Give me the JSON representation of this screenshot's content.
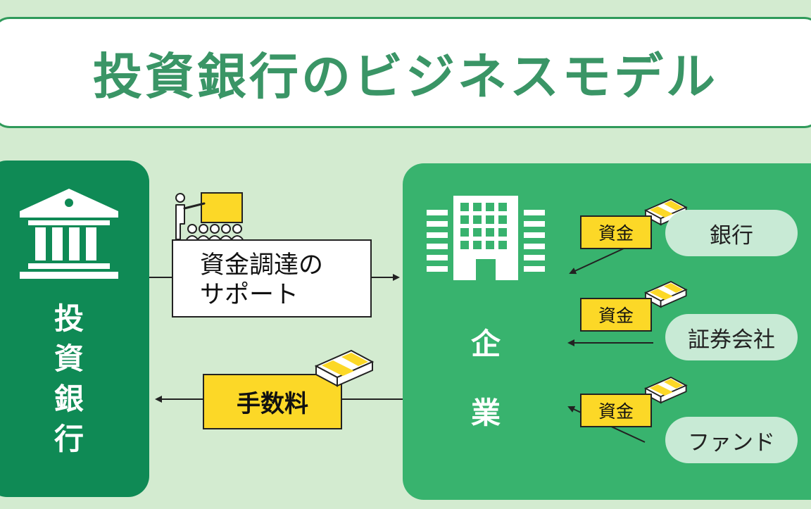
{
  "title": "投資銀行のビジネスモデル",
  "investment_bank": {
    "label_chars": [
      "投",
      "資",
      "銀",
      "行"
    ]
  },
  "company": {
    "label_chars": [
      "企",
      "業"
    ]
  },
  "support": {
    "line1": "資金調達の",
    "line2": "サポート"
  },
  "fee": {
    "label": "手数料"
  },
  "funding_sources": [
    {
      "fund_label": "資金",
      "source": "銀行"
    },
    {
      "fund_label": "資金",
      "source": "証券会社"
    },
    {
      "fund_label": "資金",
      "source": "ファンド"
    }
  ],
  "colors": {
    "background": "#d3ebd0",
    "title_text": "#3a9566",
    "dark_green": "#0f8a55",
    "mid_green": "#38b36e",
    "light_green_pill": "#c8ead5",
    "yellow": "#fcd827"
  }
}
